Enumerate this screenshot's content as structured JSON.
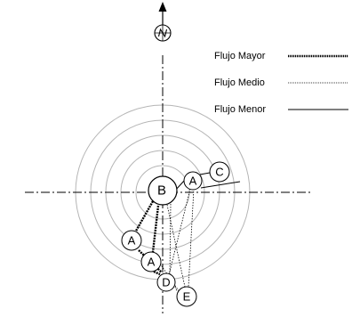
{
  "legend": {
    "major": "Flujo Mayor",
    "medium": "Flujo Medio",
    "minor": "Flujo Menor"
  },
  "nodes": {
    "b": "B",
    "a1": "A",
    "a2": "A",
    "a3": "A",
    "c": "C",
    "d": "D",
    "e": "E"
  },
  "north_icon": "north-arrow-icon",
  "colors": {
    "rings": "#b5b5b5",
    "lines": "#000000"
  }
}
